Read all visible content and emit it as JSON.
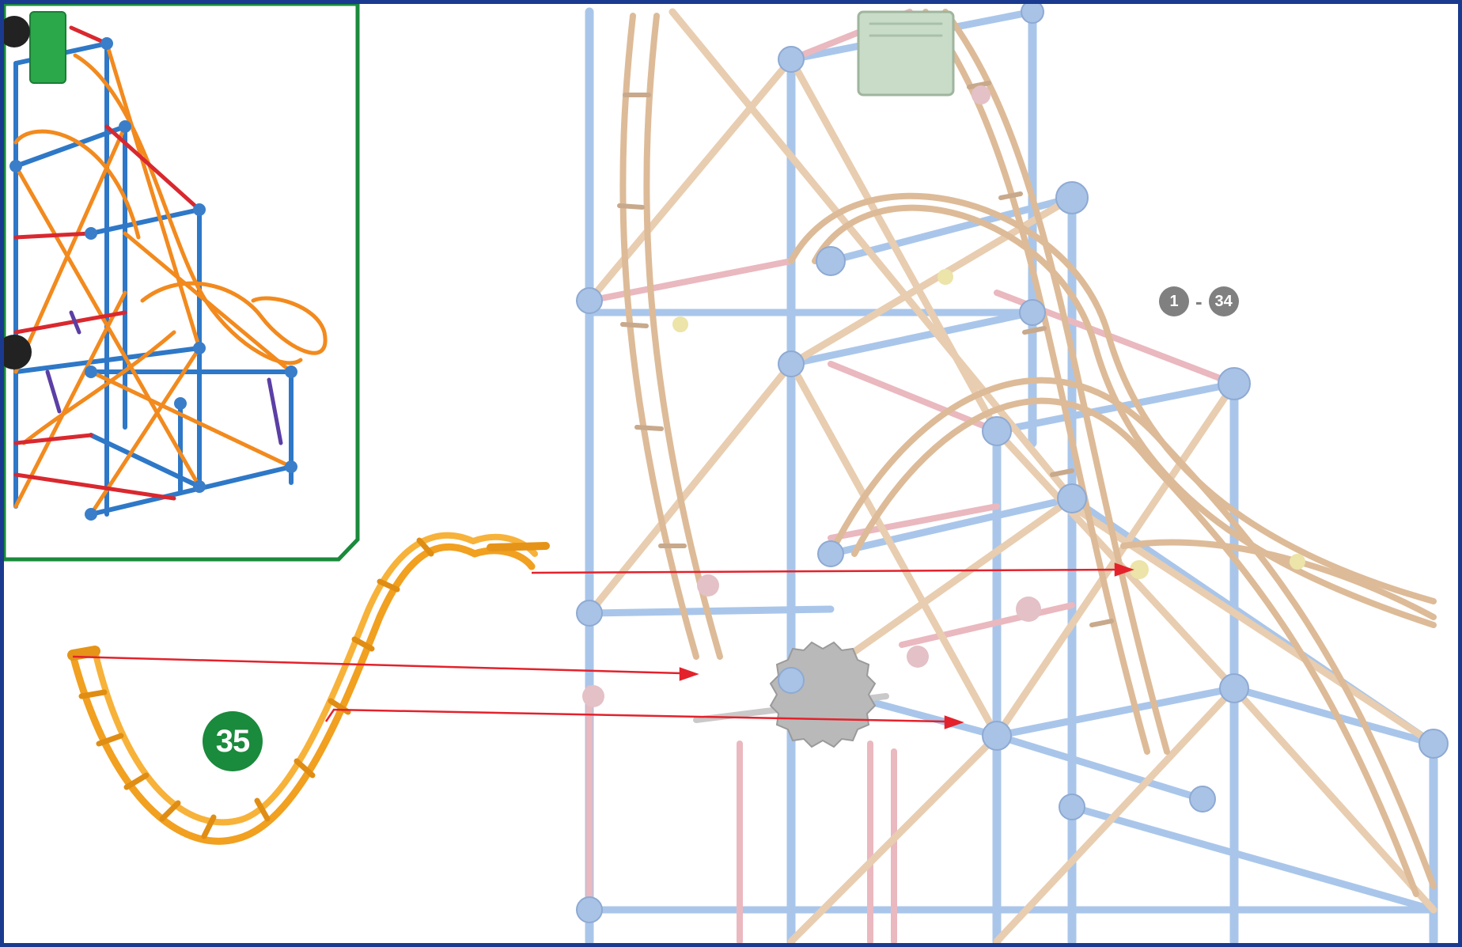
{
  "step": {
    "number": "35",
    "color": "#1a8a3c"
  },
  "previous_steps": {
    "start": "1",
    "separator": "-",
    "end": "34",
    "color": "#808080"
  },
  "colors": {
    "border": "#1a3a8f",
    "inset_border": "#1a8a3c",
    "arrow": "#e3222c",
    "new_track": "#f5a623",
    "track_faded": "#e2c2a2",
    "rod_faded_blue": "#9fbfe6",
    "rod_faded_pink": "#e8b4bb",
    "connector_faded": "#9bb4d9",
    "inset_rod_blue": "#2e78c7",
    "inset_rod_orange": "#f28a1e",
    "inset_rod_red": "#d9282f",
    "motor_green": "#2aa84a"
  },
  "icons": [
    "assembly-arrow-icon",
    "gear-icon",
    "motor-icon",
    "connector-hub-icon"
  ]
}
